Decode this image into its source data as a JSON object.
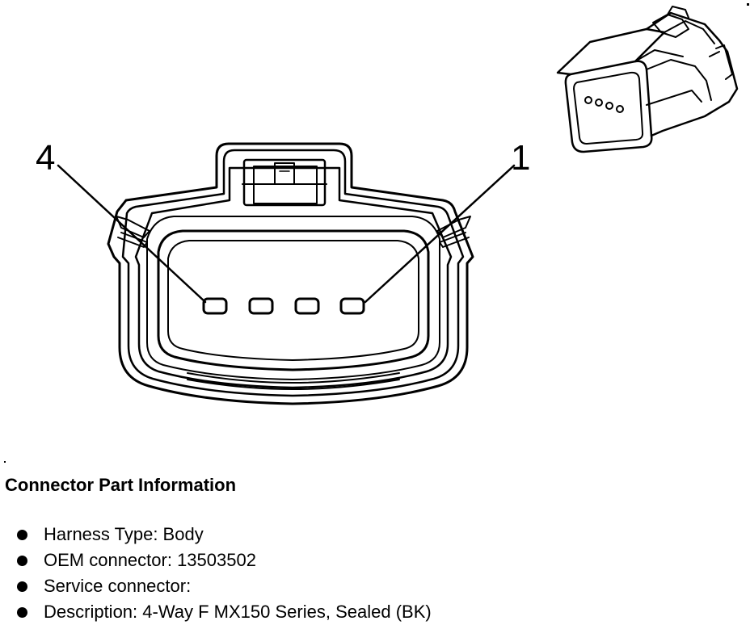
{
  "diagram": {
    "pin_labels": {
      "left": "4",
      "right": "1"
    },
    "pin_count": 4
  },
  "info": {
    "title": "Connector Part Information",
    "items": [
      "Harness Type: Body",
      "OEM connector: 13503502",
      "Service connector:",
      "Description: 4-Way F MX150 Series, Sealed (BK)"
    ]
  }
}
